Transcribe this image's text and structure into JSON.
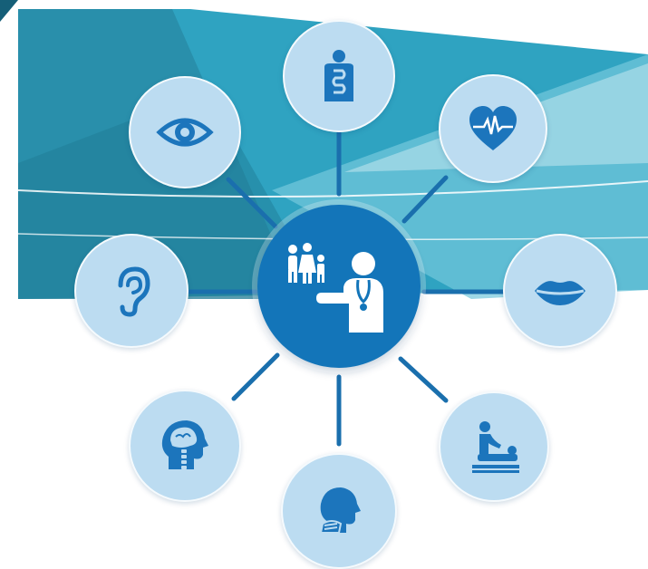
{
  "diagram": {
    "center": {
      "icon": "family-doctor-icon"
    },
    "specialties": [
      {
        "id": "internal",
        "icon": "torso-organs-icon"
      },
      {
        "id": "cardiology",
        "icon": "heart-ecg-icon"
      },
      {
        "id": "oral",
        "icon": "lips-icon"
      },
      {
        "id": "physiotherapy",
        "icon": "massage-therapy-icon"
      },
      {
        "id": "ent",
        "icon": "head-throat-icon"
      },
      {
        "id": "neurology",
        "icon": "brain-spine-icon"
      },
      {
        "id": "otology",
        "icon": "ear-icon"
      },
      {
        "id": "ophthalmology",
        "icon": "eye-icon"
      }
    ]
  },
  "colors": {
    "outer_circle": "#bcdcf1",
    "icon": "#1c75bc",
    "center_circle": "#1375b9",
    "connector": "#1a6fad",
    "background_teal": "#2fa6c4"
  }
}
